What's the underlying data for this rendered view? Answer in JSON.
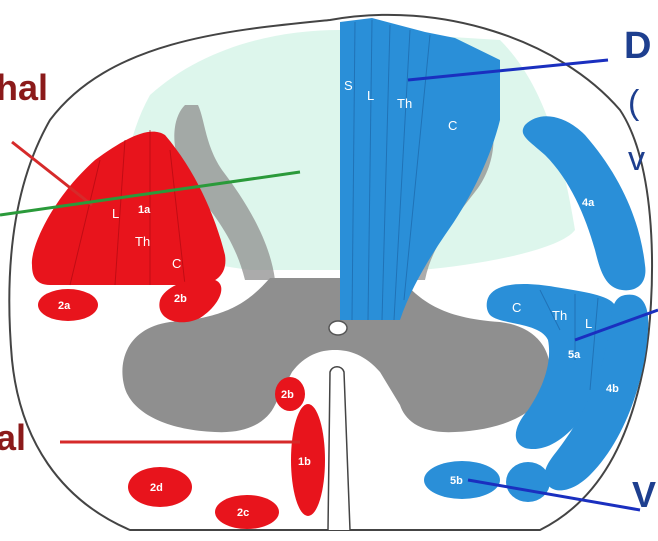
{
  "labels": {
    "top_right_letter": "D",
    "right_paren": "(",
    "right_v": "v",
    "left_top": "hal",
    "left_bottom": "al",
    "right_bottom_letter": "V"
  },
  "dorsal_column_letters": [
    "S",
    "L",
    "Th",
    "C"
  ],
  "tract_1a": {
    "L": "L",
    "id": "1a",
    "Th": "Th",
    "C": "C"
  },
  "small_tracts": {
    "t2a": "2a",
    "t2b_upper": "2b",
    "t2b_lower": "2b",
    "t1b": "1b",
    "t2c": "2c",
    "t2d": "2d",
    "t4a": "4a",
    "t4b": "4b",
    "t5a": "5a",
    "t5b": "5b"
  },
  "right_lateral_letters": [
    "C",
    "Th",
    "L"
  ],
  "colors": {
    "red": "#e8141c",
    "red_dark": "#c4101a",
    "blue": "#2a8fd8",
    "blue_light": "#45a9ea",
    "gray_matter": "#8f8f8f",
    "mint": "#d9f5ea",
    "pointer_red": "#d62a2a",
    "pointer_green": "#2a9a3a",
    "pointer_blue": "#1a2fbf",
    "label_dark": "#8b1a1a",
    "label_blue": "#1e3f8f"
  }
}
